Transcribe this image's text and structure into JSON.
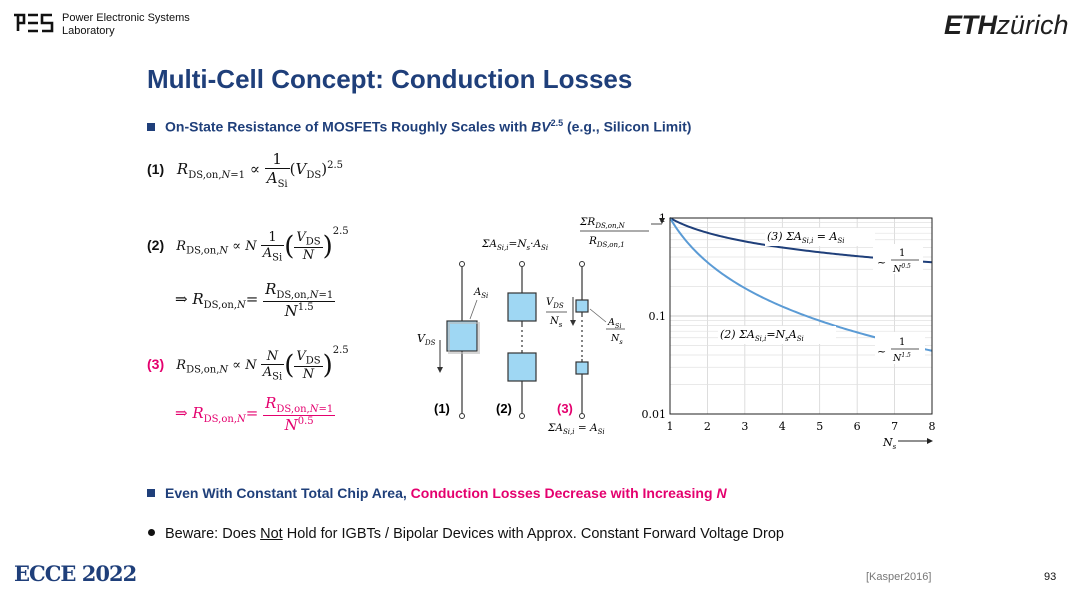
{
  "header": {
    "lab_line1": "Power Electronic Systems",
    "lab_line2": "Laboratory",
    "eth_bold": "ETH",
    "eth_italic": "zürich"
  },
  "title": "Multi-Cell Concept: Conduction Losses",
  "subtitle1": {
    "text": "On-State Resistance of MOSFETs Roughly Scales with ",
    "bv": "BV",
    "exp": "2.5",
    "tail": " (e.g., Silicon Limit)"
  },
  "equations": {
    "eq1_label": "(1)",
    "eq2_label": "(2)",
    "eq3_label": "(3)",
    "exp25": "2.5",
    "exp15": "1.5",
    "exp05": "0.5"
  },
  "figure": {
    "circuit_labels": [
      "(1)",
      "(2)",
      "(3)"
    ],
    "vds": "V",
    "ann_top": "ΣA",
    "ann_bottom": "ΣA"
  },
  "chart_data": {
    "type": "line",
    "xscale": "linear",
    "yscale": "log",
    "xlim": [
      1,
      8
    ],
    "ylim": [
      0.01,
      1
    ],
    "xticks": [
      "1",
      "2",
      "3",
      "4",
      "5",
      "6",
      "7",
      "8"
    ],
    "yticks": [
      "0.01",
      "0.1",
      "1"
    ],
    "grid": true,
    "series": [
      {
        "name": "(3) ΣA_Si,i = A_Si",
        "exponent": 0.5,
        "color": "#1f3f7a",
        "x": [
          1,
          2,
          3,
          4,
          5,
          6,
          7,
          8
        ],
        "y": [
          1,
          0.707,
          0.577,
          0.5,
          0.447,
          0.408,
          0.378,
          0.354
        ]
      },
      {
        "name": "(2) ΣA_Si,i = N_s A_Si",
        "exponent": 1.5,
        "color": "#5b9bd5",
        "x": [
          1,
          2,
          3,
          4,
          5,
          6,
          7,
          8
        ],
        "y": [
          1,
          0.354,
          0.192,
          0.125,
          0.0894,
          0.068,
          0.054,
          0.0442
        ]
      }
    ]
  },
  "subtitle2": {
    "part1": "Even With Constant Total Chip Area, ",
    "part2": "Conduction Losses Decrease with Increasing ",
    "part3": "N"
  },
  "bullet3": {
    "part1": "Beware: Does ",
    "underlined": "Not",
    "part2": " Hold for IGBTs / Bipolar Devices with Approx. Constant Forward Voltage Drop"
  },
  "footer": {
    "reference": "[Kasper2016]",
    "page_number": "93",
    "ecce_text": "ECCE 2022"
  },
  "colors": {
    "title": "#1f3f7a",
    "highlight": "#e4006e",
    "chip": "#9fd7f3"
  }
}
